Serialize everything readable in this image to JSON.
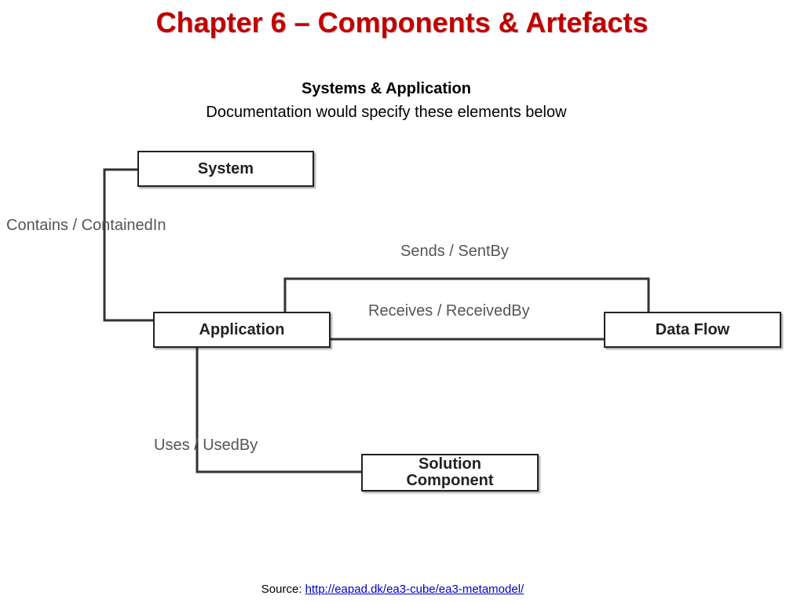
{
  "slide": {
    "title": "Chapter 6 – Components & Artefacts",
    "subtitle": "Systems & Application",
    "caption": "Documentation would specify these elements below"
  },
  "diagram": {
    "nodes": {
      "system": "System",
      "application": "Application",
      "data_flow": "Data Flow",
      "solution_component_line1": "Solution",
      "solution_component_line2": "Component"
    },
    "relations": {
      "contains": "Contains / ContainedIn",
      "sends": "Sends / SentBy",
      "receives": "Receives / ReceivedBy",
      "uses": "Uses / UsedBy"
    }
  },
  "source": {
    "label": "Source:",
    "link": "http://eapad.dk/ea3-cube/ea3-metamodel/"
  }
}
